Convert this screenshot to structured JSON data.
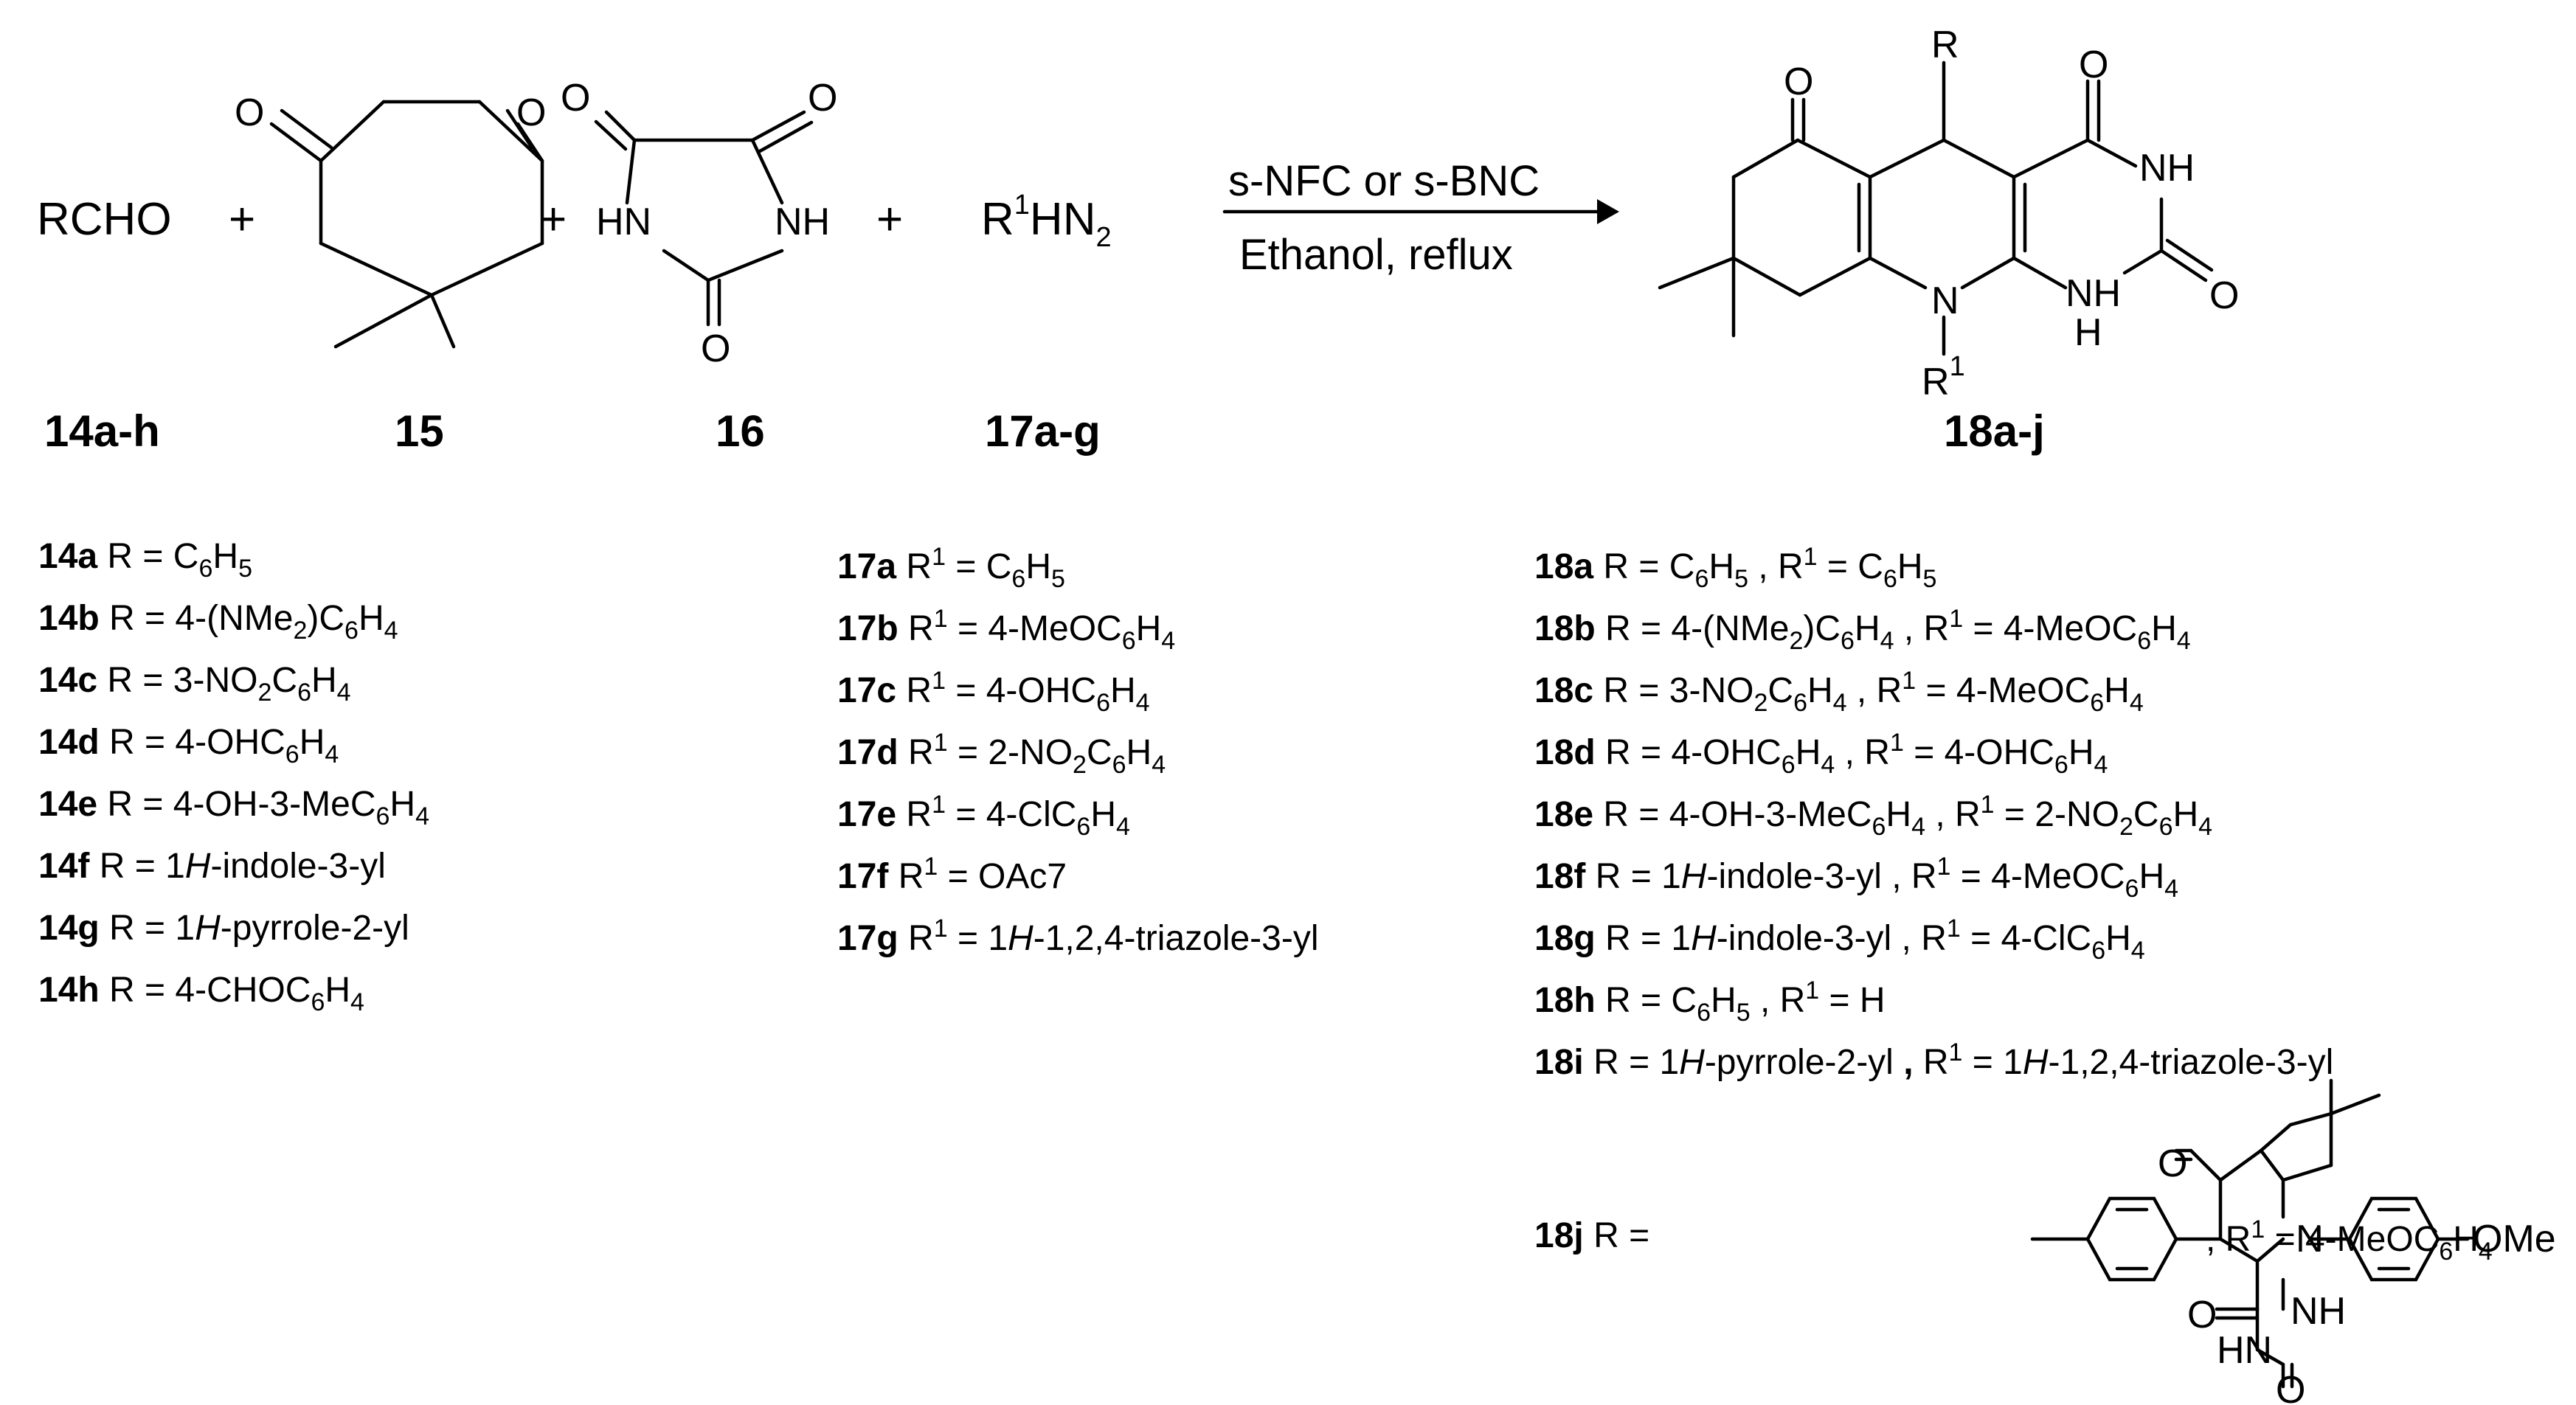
{
  "reaction": {
    "reactant_aldehyde": "RCHO",
    "plus": "+",
    "amine_base": "R",
    "amine_sup": "1",
    "amine_rest": "HN",
    "amine_sub": "2",
    "condition_top": "s-NFC or s-BNC",
    "condition_bottom": "Ethanol, reflux",
    "atoms": {
      "O": "O",
      "HN": "HN",
      "NH": "NH",
      "N": "N",
      "H": "H",
      "R": "R",
      "R1_base": "R",
      "R1_sup": "1",
      "OMe": "OMe"
    }
  },
  "labels": {
    "c14": "14a-h",
    "c15": "15",
    "c16": "16",
    "c17": "17a-g",
    "c18": "18a-j"
  },
  "list14": [
    {
      "id": "14a",
      "text": "R = C<sub>6</sub>H<sub>5</sub>"
    },
    {
      "id": "14b",
      "text": "R = 4-(NMe<sub>2</sub>)C<sub>6</sub>H<sub>4</sub>"
    },
    {
      "id": "14c",
      "text": "R = 3-NO<sub>2</sub>C<sub>6</sub>H<sub>4</sub>"
    },
    {
      "id": "14d",
      "text": "R = 4-OHC<sub>6</sub>H<sub>4</sub>"
    },
    {
      "id": "14e",
      "text": "R = 4-OH-3-MeC<sub>6</sub>H<sub>4</sub>"
    },
    {
      "id": "14f",
      "text": "R = 1<i>H</i>-indole-3-yl"
    },
    {
      "id": "14g",
      "text": "R = 1<i>H</i>-pyrrole-2-yl"
    },
    {
      "id": "14h",
      "text": "R = 4-CHOC<sub>6</sub>H<sub>4</sub>"
    }
  ],
  "list17": [
    {
      "id": "17a",
      "text": "R<sup>1</sup> = C<sub>6</sub>H<sub>5</sub>"
    },
    {
      "id": "17b",
      "text": "R<sup>1</sup> = 4-MeOC<sub>6</sub>H<sub>4</sub>"
    },
    {
      "id": "17c",
      "text": "R<sup>1</sup> = 4-OHC<sub>6</sub>H<sub>4</sub>"
    },
    {
      "id": "17d",
      "text": "R<sup>1</sup> = 2-NO<sub>2</sub>C<sub>6</sub>H<sub>4</sub>"
    },
    {
      "id": "17e",
      "text": "R<sup>1</sup> = 4-ClC<sub>6</sub>H<sub>4</sub>"
    },
    {
      "id": "17f",
      "text": "R<sup>1</sup> = OAc7"
    },
    {
      "id": "17g",
      "text": "R<sup>1</sup> = 1<i>H</i>-1,2,4-triazole-3-yl"
    }
  ],
  "list18": [
    {
      "id": "18a",
      "text": "R = C<sub>6</sub>H<sub>5</sub> , R<sup>1</sup> = C<sub>6</sub>H<sub>5</sub>"
    },
    {
      "id": "18b",
      "text": "R = 4-(NMe<sub>2</sub>)C<sub>6</sub>H<sub>4</sub> , R<sup>1</sup> = 4-MeOC<sub>6</sub>H<sub>4</sub>"
    },
    {
      "id": "18c",
      "text": "R = 3-NO<sub>2</sub>C<sub>6</sub>H<sub>4</sub> , R<sup>1</sup> = 4-MeOC<sub>6</sub>H<sub>4</sub>"
    },
    {
      "id": "18d",
      "text": "R = 4-OHC<sub>6</sub>H<sub>4</sub> , R<sup>1</sup> = 4-OHC<sub>6</sub>H<sub>4</sub>"
    },
    {
      "id": "18e",
      "text": "R = 4-OH-3-MeC<sub>6</sub>H<sub>4</sub> , R<sup>1</sup> = 2-NO<sub>2</sub>C<sub>6</sub>H<sub>4</sub>"
    },
    {
      "id": "18f",
      "text": "R = 1<i>H</i>-indole-3-yl , R<sup>1</sup> = 4-MeOC<sub>6</sub>H<sub>4</sub>"
    },
    {
      "id": "18g",
      "text": "R = 1<i>H</i>-indole-3-yl , R<sup>1</sup> = 4-ClC<sub>6</sub>H<sub>4</sub>"
    },
    {
      "id": "18h",
      "text": "R = C<sub>6</sub>H<sub>5</sub> , R<sup>1</sup> = H"
    },
    {
      "id": "18i",
      "text": "R = 1<i>H</i>-pyrrole-2-yl <b>,</b> R<sup>1</sup> = 1<i>H</i>-1,2,4-triazole-3-yl"
    }
  ],
  "item18j": {
    "id": "18j",
    "r_prefix": "R =",
    "r1_text": ", R<sup>1</sup> = 4-MeOC<sub>6</sub>H<sub>4</sub>"
  }
}
